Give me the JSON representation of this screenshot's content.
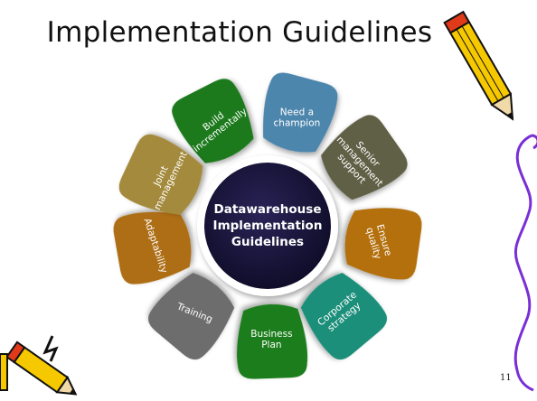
{
  "slide": {
    "title": "Implementation Guidelines",
    "page_number": "11"
  },
  "diagram": {
    "center_lines": [
      "Datawarehouse",
      "Implementation",
      "Guidelines"
    ],
    "segments": [
      {
        "id": "build-incrementally",
        "lines": [
          "Build",
          "incrementally"
        ],
        "color": "#1f7a1f"
      },
      {
        "id": "need-a-champion",
        "lines": [
          "Need a",
          "champion"
        ],
        "color": "#4d86ad"
      },
      {
        "id": "senior-management-support",
        "lines": [
          "Senior",
          "management",
          "support"
        ],
        "color": "#5f6144"
      },
      {
        "id": "ensure-quality",
        "lines": [
          "Ensure",
          "quality"
        ],
        "color": "#b36f10"
      },
      {
        "id": "corporate-strategy",
        "lines": [
          "Corporate",
          "strategy"
        ],
        "color": "#1f8f7a"
      },
      {
        "id": "business-plan",
        "lines": [
          "Business",
          "Plan"
        ],
        "color": "#1e7d1e"
      },
      {
        "id": "training",
        "lines": [
          "Training"
        ],
        "color": "#6d6d6d"
      },
      {
        "id": "adaptability",
        "lines": [
          "Adaptability"
        ],
        "color": "#ad6e12"
      },
      {
        "id": "joint-management",
        "lines": [
          "Joint",
          "management"
        ],
        "color": "#a48a3c"
      }
    ],
    "center_color": "#141032"
  },
  "decor": {
    "scroll_line_color": "#7a2fd6",
    "pencil_body_color": "#f6c800",
    "pencil_tip_color": "#e03a1a"
  }
}
